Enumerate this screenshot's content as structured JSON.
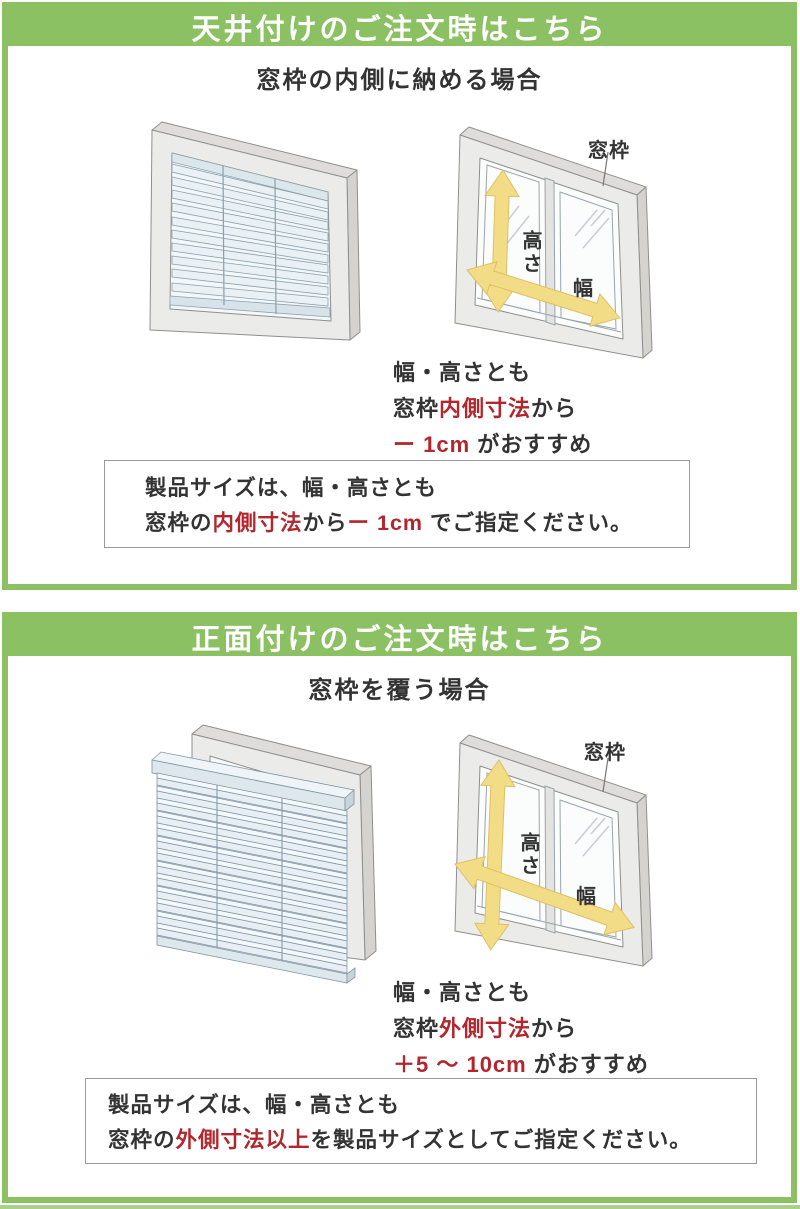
{
  "colors": {
    "green": "#8bc063",
    "red": "#b2272d",
    "text": "#333333",
    "arrow_yellow": "#f3dc86",
    "note_border": "#999999"
  },
  "sections": [
    {
      "header": "天井付けのご注文時はこちら",
      "title": "窓枠の内側に納める場合",
      "measure_note": {
        "line1": "幅・高さとも",
        "line2_pre": "窓枠",
        "line2_red": "内側寸法",
        "line2_post": "から",
        "line3_red": "ー 1cm",
        "line3_post": " がおすすめ"
      },
      "note_box": {
        "line1": "製品サイズは、幅・高さとも",
        "line2_pre": "窓枠の",
        "line2_red": "内側寸法",
        "line2_mid": "から",
        "line2_red2": "ー 1cm",
        "line2_post": " でご指定ください。"
      },
      "diagram_labels": {
        "frame": "窓枠",
        "height": "高さ",
        "width": "幅"
      }
    },
    {
      "header": "正面付けのご注文時はこちら",
      "title": "窓枠を覆う場合",
      "measure_note": {
        "line1": "幅・高さとも",
        "line2_pre": "窓枠",
        "line2_red": "外側寸法",
        "line2_post": "から",
        "line3_red": "＋5 〜 10cm",
        "line3_post": " がおすすめ"
      },
      "note_box": {
        "line1": "製品サイズは、幅・高さとも",
        "line2_pre": "窓枠の",
        "line2_red": "外側寸法以上",
        "line2_mid": "",
        "line2_red2": "",
        "line2_post": "を製品サイズとしてご指定ください。"
      },
      "diagram_labels": {
        "frame": "窓枠",
        "height": "高さ",
        "width": "幅"
      }
    }
  ]
}
